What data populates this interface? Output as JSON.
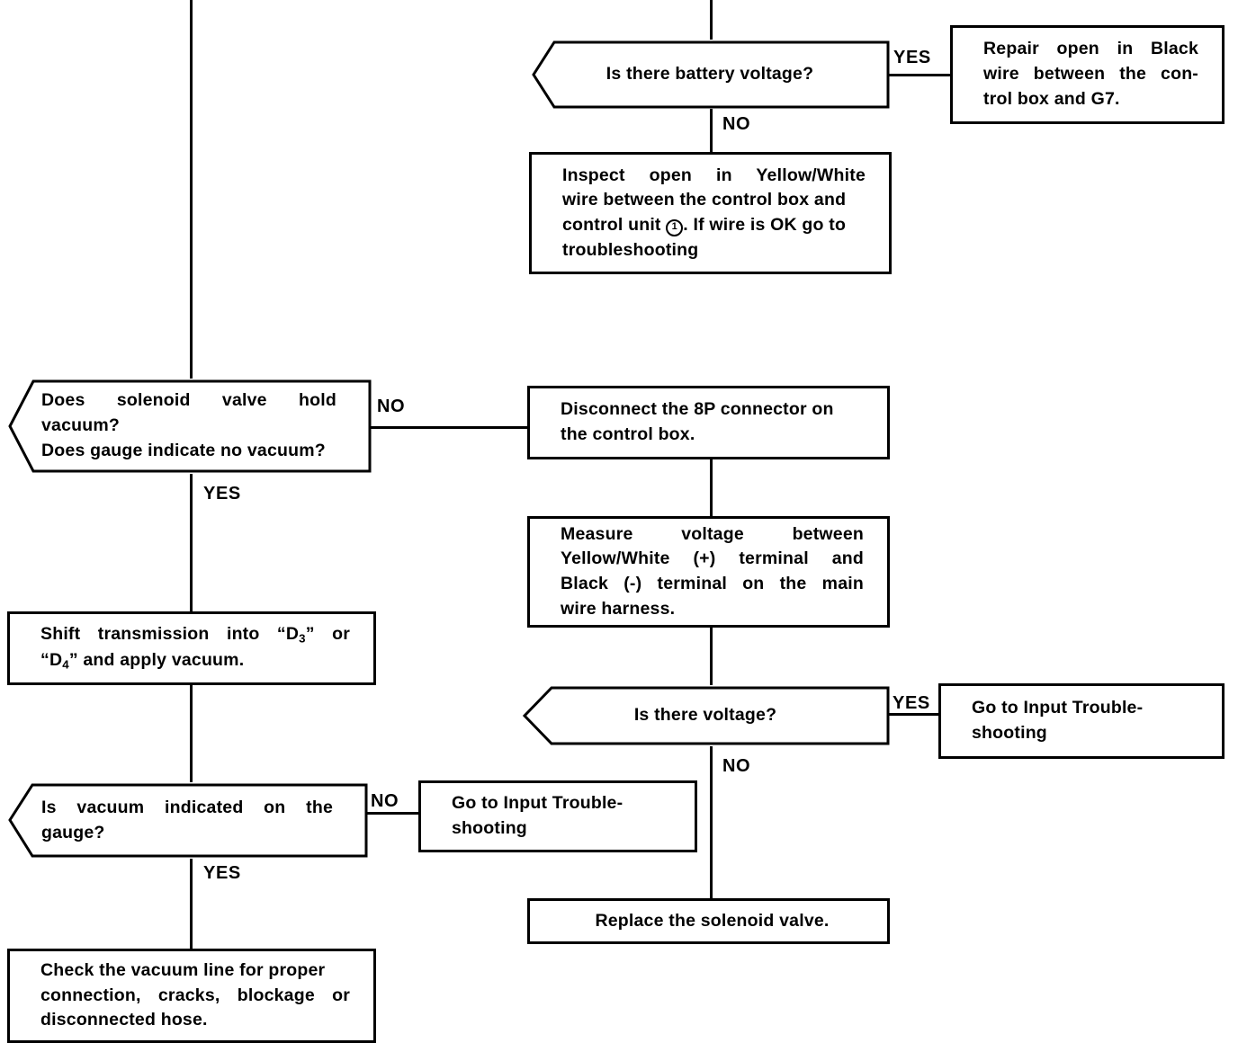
{
  "document": {
    "kind": "troubleshooting-flowchart",
    "colors": {
      "ink": "#000000",
      "background": "#ffffff"
    }
  },
  "labels": {
    "yes": "YES",
    "no": "NO"
  },
  "nodes": {
    "battery_voltage_decision": {
      "type": "decision",
      "text": "Is there battery voltage?",
      "yes_label": "YES",
      "no_label": "NO"
    },
    "repair_black_wire": {
      "type": "process",
      "lines": [
        "Repair open in Black",
        "wire between the con-",
        "trol box and G7."
      ]
    },
    "inspect_yellow_white": {
      "type": "process",
      "lines": [
        "Inspect open in Yellow/White",
        "wire between the control box and",
        "control unit",
        "troubleshooting"
      ],
      "line3_prefix": "control unit",
      "line3_marker": "1",
      "line3_suffix": ". If wire is OK go to"
    },
    "solenoid_hold_vacuum_decision": {
      "type": "decision",
      "lines": [
        "Does solenoid valve hold",
        "vacuum?",
        "Does gauge indicate no vacuum?"
      ],
      "yes_label": "YES",
      "no_label": "NO"
    },
    "disconnect_8p": {
      "type": "process",
      "lines": [
        "Disconnect the 8P connector on",
        "the control box."
      ]
    },
    "measure_voltage": {
      "type": "process",
      "lines": [
        "Measure voltage between",
        "Yellow/White (+) terminal and",
        "Black (-) terminal on the main",
        "wire harness."
      ]
    },
    "shift_transmission": {
      "type": "process",
      "line1_a": "Shift transmission into “D",
      "line1_sub": "3",
      "line1_b": "” or",
      "line2_a": "“D",
      "line2_sub": "4",
      "line2_b": "” and apply vacuum."
    },
    "is_there_voltage_decision": {
      "type": "decision",
      "text": "Is there voltage?",
      "yes_label": "YES",
      "no_label": "NO"
    },
    "go_to_input_troubleshooting_right": {
      "type": "process",
      "lines": [
        "Go to Input Trouble-",
        "shooting"
      ]
    },
    "vacuum_indicated_decision": {
      "type": "decision",
      "lines": [
        "Is vacuum indicated on the",
        "gauge?"
      ],
      "yes_label": "YES",
      "no_label": "NO"
    },
    "go_to_input_troubleshooting_left": {
      "type": "process",
      "lines": [
        "Go to Input Trouble-",
        "shooting"
      ]
    },
    "replace_solenoid_valve": {
      "type": "process",
      "lines": [
        "Replace the solenoid valve."
      ]
    },
    "check_vacuum_line": {
      "type": "process",
      "lines": [
        "Check the vacuum line for proper",
        "connection, cracks, blockage or",
        "disconnected hose."
      ]
    }
  }
}
